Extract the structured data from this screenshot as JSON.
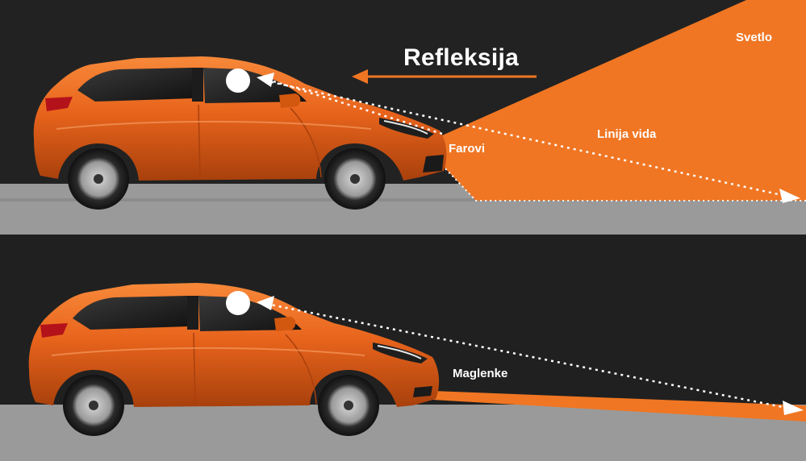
{
  "top_panel": {
    "title": "Refleksija",
    "labels": {
      "light": "Svetlo",
      "line_of_sight": "Linija vida",
      "headlights": "Farovi"
    }
  },
  "bottom_panel": {
    "labels": {
      "fog_lights": "Maglenke"
    }
  },
  "colors": {
    "background": "#222222",
    "road": "#9a9a9a",
    "light_beam": "#f07623",
    "car_body": "#e8641c",
    "arrows": "#ffffff"
  }
}
